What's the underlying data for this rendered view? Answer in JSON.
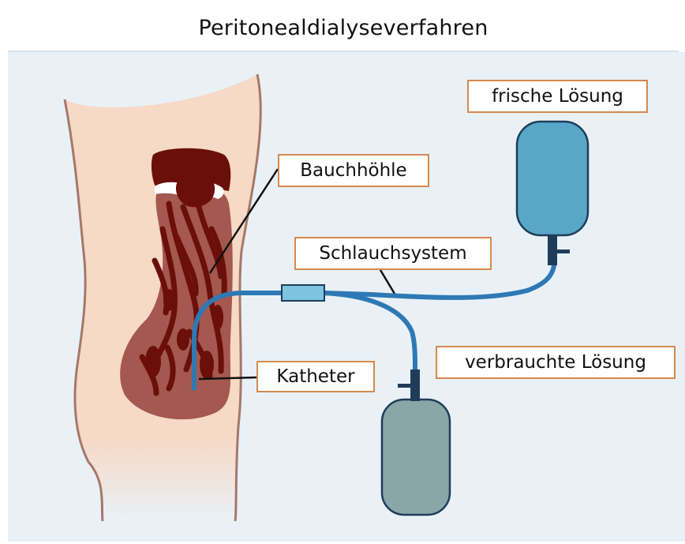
{
  "title": "Peritonealdialyseverfahren",
  "labels": {
    "fresh_solution": "frische Lösung",
    "abdominal_cavity": "Bauchhöhle",
    "tube_system": "Schlauchsystem",
    "catheter": "Katheter",
    "used_solution": "verbrauchte Lösung"
  },
  "colors": {
    "panel_background": "#e9f1f7",
    "skin": "#f6d9c6",
    "skin_outline": "#a5786a",
    "cavity": "#a4584f",
    "organs": "#6b0f0a",
    "tube": "#2e79b5",
    "fresh_bag": "#58a7c8",
    "used_bag": "#8aa7a8",
    "connector": "#7cc4df",
    "label_border": "#d58a4d"
  }
}
